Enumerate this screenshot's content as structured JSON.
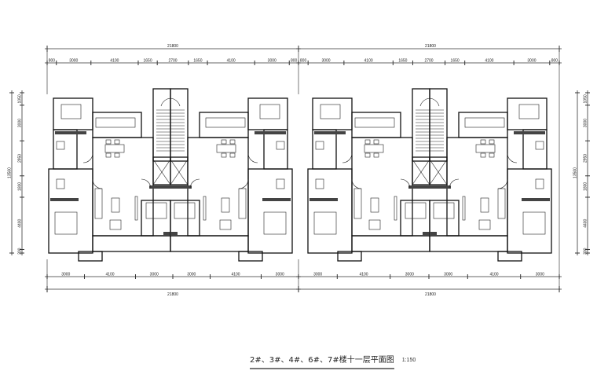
{
  "drawing": {
    "title": "2#、3#、4#、6#、7#楼十一层平面图",
    "scale": "1:150"
  },
  "dimensions": {
    "top_total": [
      "21800",
      "21800"
    ],
    "top_segments": [
      "800",
      "3000",
      "4100",
      "1650",
      "2700",
      "1650",
      "4100",
      "3000",
      "800"
    ],
    "bottom_segments": [
      "3000",
      "4100",
      "3000",
      "3000",
      "4100",
      "3000"
    ],
    "bottom_total": [
      "21800",
      "21800"
    ],
    "side_segments": [
      "1050",
      "3000",
      "2950",
      "1800",
      "4400",
      "300"
    ],
    "side_total": "13500"
  }
}
